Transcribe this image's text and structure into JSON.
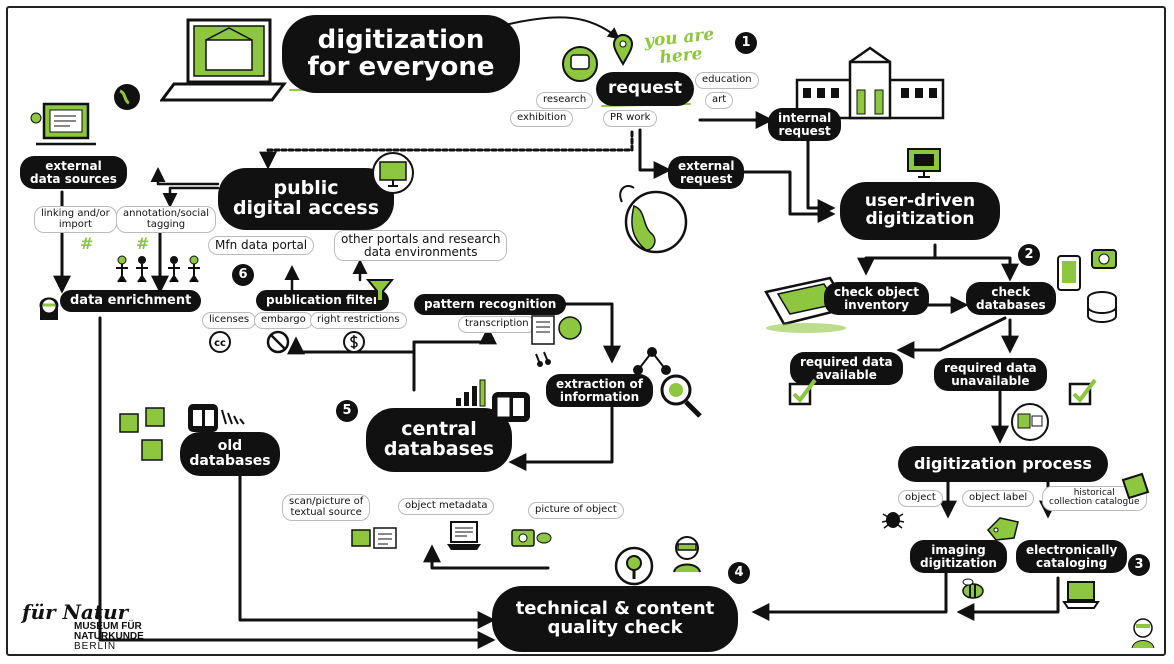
{
  "title": {
    "line1": "digitization",
    "line2": "for everyone"
  },
  "you_are_here": {
    "line1": "you are",
    "line2": "here"
  },
  "steps": {
    "s1": {
      "number": "1",
      "label": "request"
    },
    "s2": {
      "number": "2",
      "label_line1": "user-driven",
      "label_line2": "digitization"
    },
    "s3": {
      "number": "3"
    },
    "s4": {
      "number": "4",
      "label_line1": "technical & content",
      "label_line2": "quality check"
    },
    "s5": {
      "number": "5",
      "label_line1": "central",
      "label_line2": "databases"
    },
    "s6": {
      "number": "6"
    }
  },
  "request_types": [
    "research",
    "exhibition",
    "PR work",
    "education",
    "art"
  ],
  "internal_request": {
    "line1": "internal",
    "line2": "request"
  },
  "external_request": {
    "line1": "external",
    "line2": "request"
  },
  "user_driven": {
    "check_inventory": {
      "line1": "check object",
      "line2": "inventory"
    },
    "check_databases": {
      "line1": "check",
      "line2": "databases"
    },
    "available": {
      "line1": "required data",
      "line2": "available"
    },
    "unavailable": {
      "line1": "required data",
      "line2": "unavailable"
    }
  },
  "digitization_process": {
    "label": "digitization process",
    "inputs": {
      "object": "object",
      "object_label": "object label",
      "catalogue": {
        "line1": "historical",
        "line2": "collection catalogue"
      }
    },
    "imaging": {
      "line1": "imaging",
      "line2": "digitization"
    },
    "cataloging": {
      "line1": "electronically",
      "line2": "cataloging"
    }
  },
  "quality_inputs": {
    "scan": {
      "line1": "scan/picture of",
      "line2": "textual source"
    },
    "metadata": "object metadata",
    "picture": "picture of object"
  },
  "central": {
    "pattern_recognition": "pattern recognition",
    "transcription": "transcription",
    "extraction": {
      "line1": "extraction of",
      "line2": "information"
    },
    "old_databases": {
      "line1": "old",
      "line2": "databases"
    }
  },
  "public": {
    "label_line1": "public",
    "label_line2": "digital access",
    "publication_filter": "publication filter",
    "filters": [
      "licenses",
      "embargo",
      "right restrictions"
    ],
    "mfn_portal": "Mfn data portal",
    "other_portals": {
      "line1": "other portals and research",
      "line2": "data environments"
    }
  },
  "external": {
    "sources": {
      "line1": "external",
      "line2": "data sources"
    },
    "linking": {
      "line1": "linking and/or",
      "line2": "import"
    },
    "annotation": {
      "line1": "annotation/social",
      "line2": "tagging"
    },
    "enrichment": "data enrichment",
    "hash_symbol": "#"
  },
  "logo": {
    "script": "für Natur",
    "line1": "MUSEUM FÜR",
    "line2": "NATURKUNDE",
    "line3": "BERLIN"
  },
  "colors": {
    "accent": "#8dc63f",
    "ink": "#111111",
    "paper": "#ffffff"
  },
  "icons": [
    "laptop-icon",
    "museum-building-icon",
    "location-pin-icon",
    "globe-icon",
    "monitor-icon",
    "computer-icon",
    "scanner-icon",
    "tablet-icon",
    "camera-icon",
    "database-stack-icon",
    "checkbox-icon",
    "puzzle-icon",
    "funnel-icon",
    "magnifier-icon",
    "beetle-icon",
    "bee-icon",
    "label-tag-icon",
    "book-icon",
    "people-icon",
    "person-icon",
    "cc-icon"
  ]
}
